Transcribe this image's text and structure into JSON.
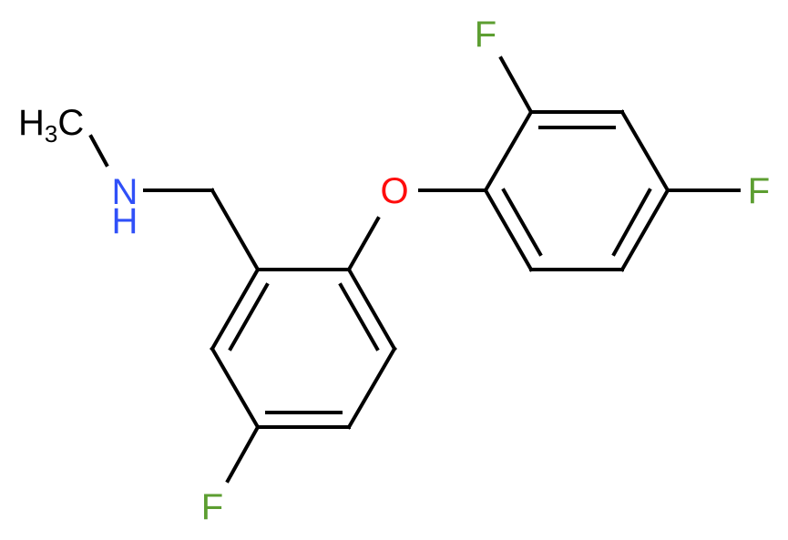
{
  "diagram": {
    "type": "chemical-structure",
    "molecule_description": "N-methyl-1-[2-(2,4-difluorophenoxy)-5-fluorophenyl]methanamine",
    "colors": {
      "carbon": "#000000",
      "nitrogen": "#3050F8",
      "oxygen": "#FF0D0D",
      "fluorine": "#5C9E31",
      "bond": "#000000",
      "background": "#FFFFFF"
    },
    "atoms": {
      "methyl": {
        "main": "H",
        "sub": "3",
        "tail": "C"
      },
      "amine_n": "N",
      "amine_h": "H",
      "ether_o": "O",
      "f_top": "F",
      "f_right": "F",
      "f_bottom": "F"
    }
  }
}
